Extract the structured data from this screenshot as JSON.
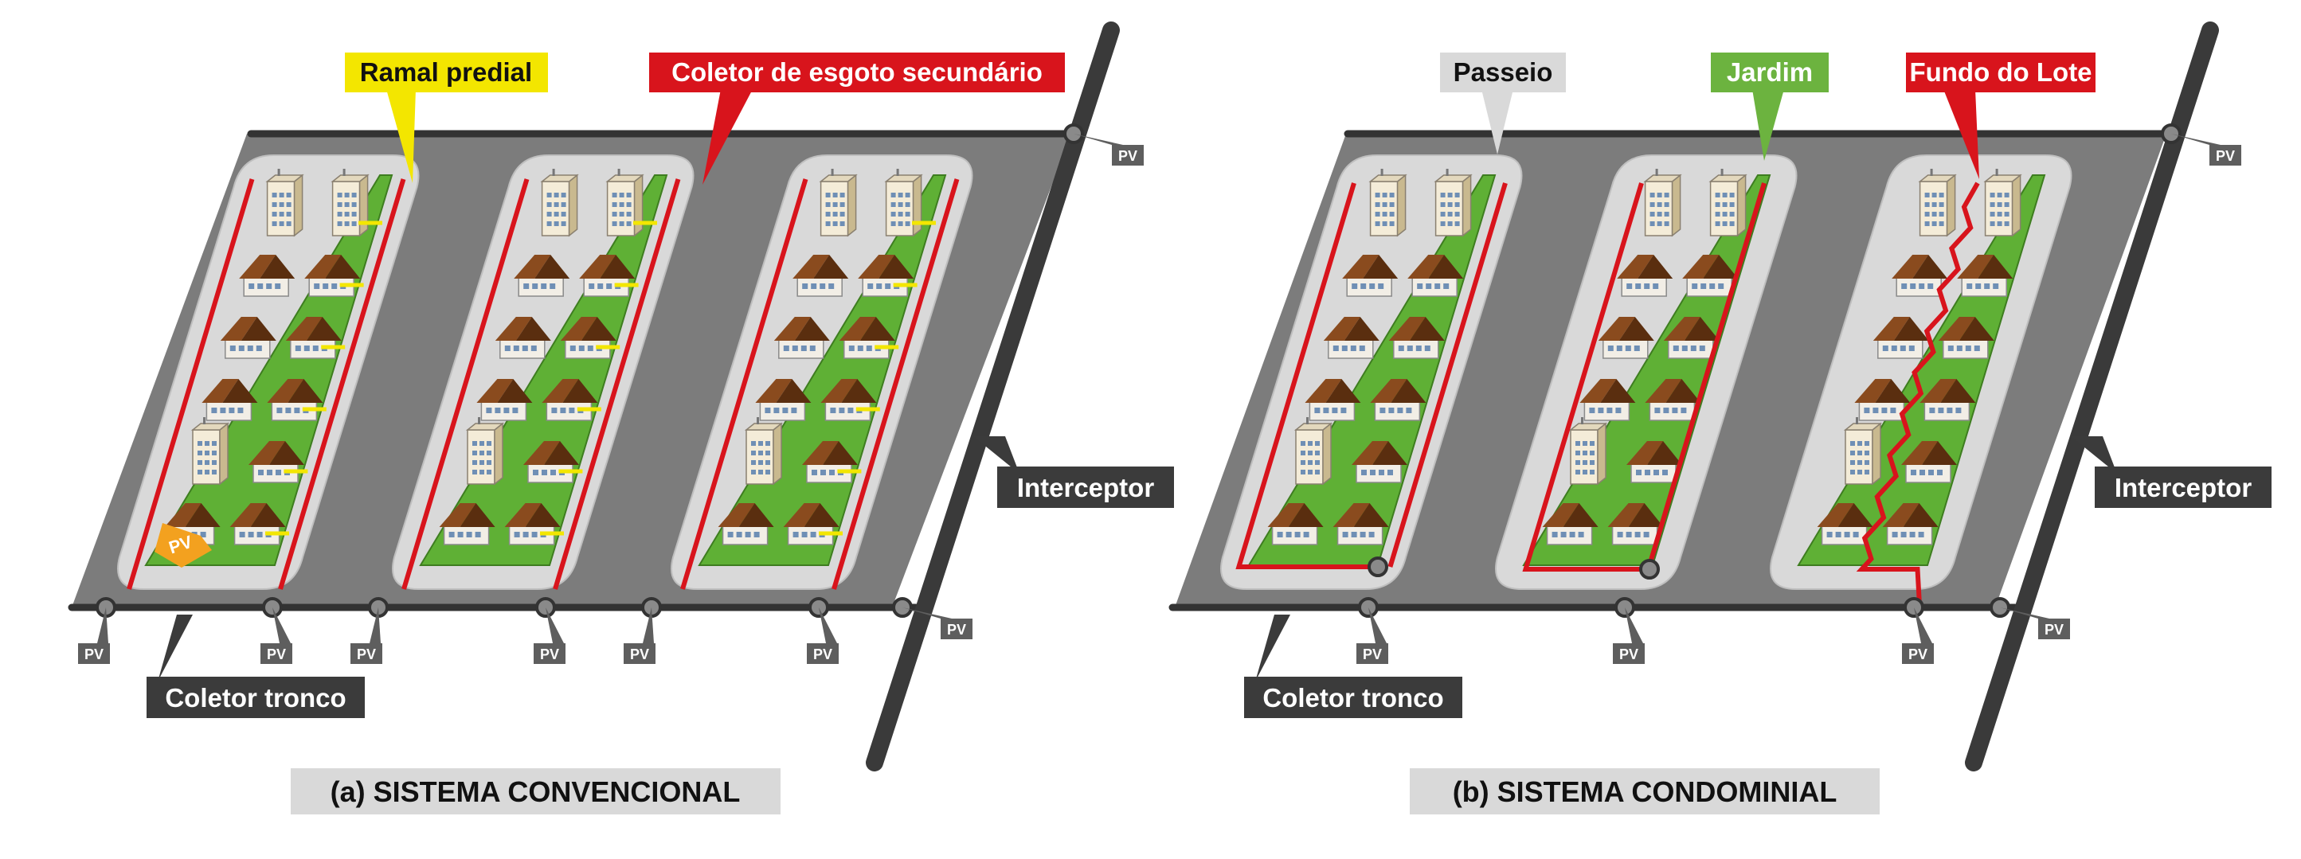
{
  "colors": {
    "street": "#7c7c7c",
    "street_edge": "#333333",
    "sidewalk": "#d9d9d9",
    "lawn": "#5fb035",
    "pipe_red": "#d8141c",
    "pipe_yellow": "#f3e600",
    "interceptor": "#3a3a3a",
    "tag_dark": "#3b3b3b",
    "roof": "#6b3a17",
    "building": "#ede4d0"
  },
  "diagram_a": {
    "caption": "(a) SISTEMA CONVENCIONAL",
    "callout_ramal": "Ramal predial",
    "callout_secundario": "Coletor de esgoto secundário",
    "label_interceptor": "Interceptor",
    "label_tronco": "Coletor tronco",
    "manholes": [
      {
        "id": "pv-a1",
        "label": "PV"
      },
      {
        "id": "pv-a2",
        "label": "PV"
      },
      {
        "id": "pv-a3",
        "label": "PV"
      },
      {
        "id": "pv-a4",
        "label": "PV"
      },
      {
        "id": "pv-a5",
        "label": "PV"
      },
      {
        "id": "pv-a6",
        "label": "PV"
      },
      {
        "id": "pv-a7",
        "label": "PV"
      },
      {
        "id": "pv-a8",
        "label": "PV"
      }
    ],
    "pv_badge": "PV"
  },
  "diagram_b": {
    "caption": "(b) SISTEMA CONDOMINIAL",
    "callout_passeio": "Passeio",
    "callout_jardim": "Jardim",
    "callout_fundo": "Fundo do Lote",
    "label_interceptor": "Interceptor",
    "label_tronco": "Coletor tronco",
    "manholes": [
      {
        "id": "pv-b1",
        "label": "PV"
      },
      {
        "id": "pv-b2",
        "label": "PV"
      },
      {
        "id": "pv-b3",
        "label": "PV"
      },
      {
        "id": "pv-b4",
        "label": "PV"
      },
      {
        "id": "pv-b5",
        "label": "PV"
      }
    ]
  }
}
